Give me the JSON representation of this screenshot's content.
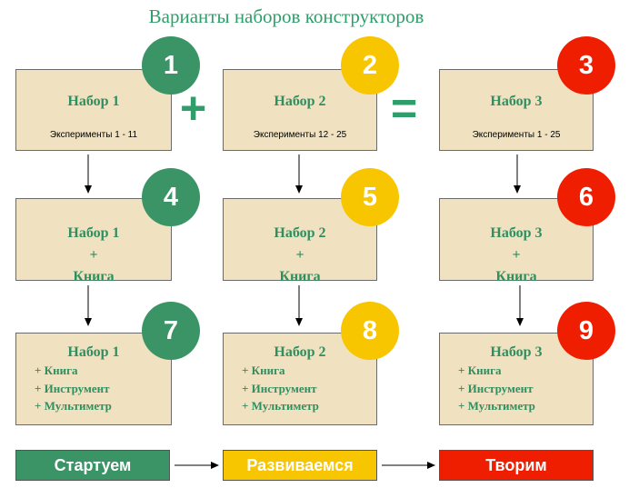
{
  "title": "Варианты наборов конструкторов",
  "colors": {
    "green": "#3a9465",
    "yellow": "#f7c600",
    "red": "#f01e00"
  },
  "operators": {
    "plus": "+",
    "equals": "="
  },
  "row1": [
    {
      "number": "1",
      "name": "Набор 1",
      "experiments": "Эксперименты 1 - 11"
    },
    {
      "number": "2",
      "name": "Набор 2",
      "experiments": "Эксперименты 12 - 25"
    },
    {
      "number": "3",
      "name": "Набор 3",
      "experiments": "Эксперименты 1 - 25"
    }
  ],
  "row2": [
    {
      "number": "4",
      "name": "Набор 1",
      "plus": "+",
      "addon": "Книга"
    },
    {
      "number": "5",
      "name": "Набор 2",
      "plus": "+",
      "addon": "Книга"
    },
    {
      "number": "6",
      "name": "Набор 3",
      "plus": "+",
      "addon": "Книга"
    }
  ],
  "row3": [
    {
      "number": "7",
      "name": "Набор 1",
      "items": [
        "+ Книга",
        "+ Инструмент",
        "+ Мультиметр"
      ]
    },
    {
      "number": "8",
      "name": "Набор 2",
      "items": [
        "+ Книга",
        "+ Инструмент",
        "+ Мультиметр"
      ]
    },
    {
      "number": "9",
      "name": "Набор 3",
      "items": [
        "+ Книга",
        "+ Инструмент",
        "+ Мультиметр"
      ]
    }
  ],
  "stages": [
    "Стартуем",
    "Развиваемся",
    "Творим"
  ]
}
